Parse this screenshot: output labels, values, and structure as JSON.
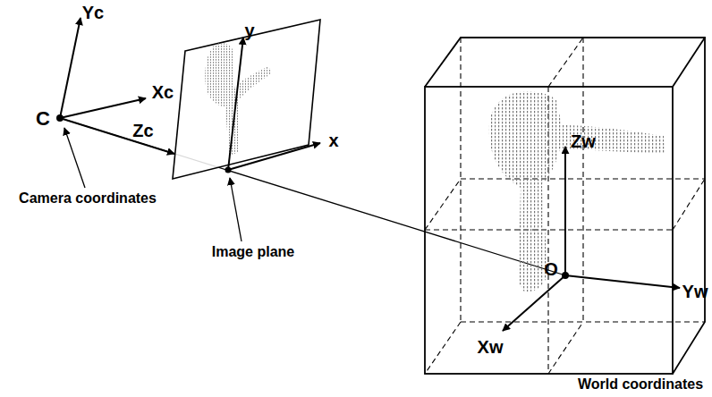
{
  "diagram": {
    "labels": [
      "Yc",
      "C",
      "Xc",
      "Zc",
      "y",
      "x",
      "Camera coordinates",
      "Image plane",
      "Zw",
      "O",
      "Yw",
      "Xw",
      "World coordinates"
    ]
  }
}
